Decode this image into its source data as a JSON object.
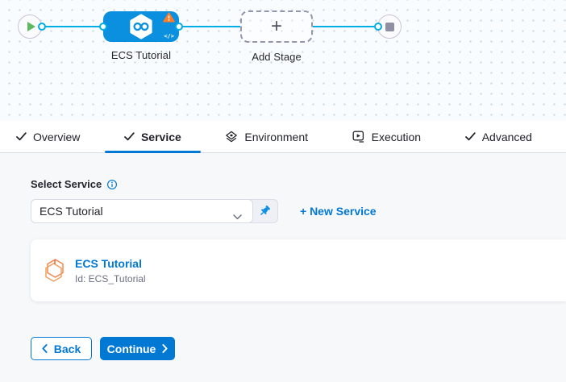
{
  "canvas": {
    "stage_label": "ECS Tutorial",
    "add_stage_label": "Add Stage",
    "plus_icon": "+",
    "code_icon": "</>"
  },
  "tabs": [
    {
      "label": "Overview",
      "icon": "check",
      "active": false
    },
    {
      "label": "Service",
      "icon": "check",
      "active": true
    },
    {
      "label": "Environment",
      "icon": "environment-layers",
      "active": false
    },
    {
      "label": "Execution",
      "icon": "execution-play",
      "active": false
    },
    {
      "label": "Advanced",
      "icon": "check",
      "active": false
    }
  ],
  "service_form": {
    "label": "Select Service",
    "selected_service": "ECS Tutorial",
    "new_service_label": "+ New Service",
    "service_card": {
      "title": "ECS Tutorial",
      "id": "Id: ECS_Tutorial"
    }
  },
  "footer": {
    "back_label": "Back",
    "continue_label": "Continue"
  },
  "colors": {
    "primary_blue": "#0278d5",
    "stage_node_blue": "#0b90e0",
    "connector_cyan": "#00ade4",
    "warning_orange": "#ff7b26",
    "play_green": "#5fb75f",
    "canvas_dot": "#c7d5e1",
    "id_text_gray": "#6d6f83"
  }
}
